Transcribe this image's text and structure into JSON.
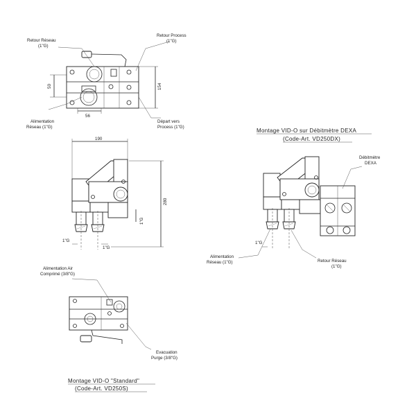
{
  "top_view": {
    "label_retour_reseau": [
      "Retour Réseau",
      "(1\"G)"
    ],
    "label_retour_process": [
      "Retour Process",
      "(1\"G)"
    ],
    "label_alimentation_reseau": [
      "Alimentation",
      "Réseau (1\"G)"
    ],
    "label_depart_process": [
      "Départ vers",
      "Process (1\"G)"
    ],
    "dim_154": "154",
    "dim_50": "50",
    "dim_56": "56"
  },
  "front_view": {
    "dim_190": "190",
    "dim_280": "280",
    "dim_1g_side": "1\"G",
    "dim_1g_left": "1\"G",
    "dim_1g_right": "1\"G"
  },
  "bottom_view": {
    "label_alimentation_air": [
      "Alimentation Air",
      "Comprimé (3/8\"G)"
    ],
    "label_evacuation": [
      "Evacuation",
      "Purge (3/8\"G)"
    ]
  },
  "standard_caption": {
    "line1": "Montage VID-O \"Standard\"",
    "line2": "(Code-Art. VD250S)"
  },
  "dexa_view": {
    "caption_line1": "Montage VID-O sur Débitmètre DEXA",
    "caption_line2": "(Code-Art. VD250DX)",
    "label_debitmetre": [
      "Débitmètre",
      "DEXA"
    ],
    "label_alimentation_reseau": [
      "Alimentation",
      "Réseau (1\"G)"
    ],
    "label_retour_reseau": [
      "Retour Réseau",
      "(1\"G)"
    ],
    "dim_1g": "1\"G"
  }
}
